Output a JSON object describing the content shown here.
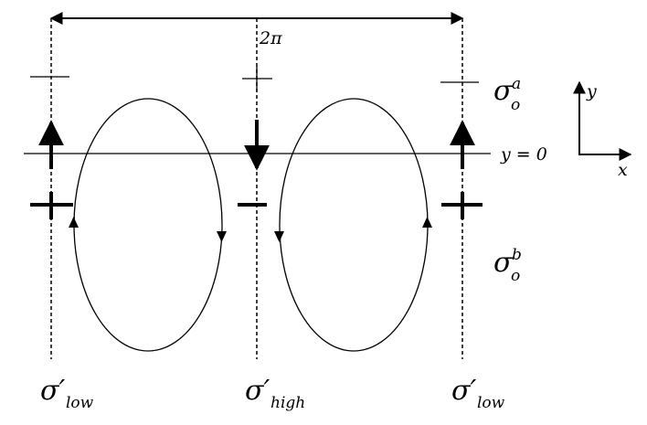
{
  "labels": {
    "period": "2π",
    "y_zero": "y = 0",
    "sigma": "σ",
    "sigma_a_sup": "a",
    "sigma_a_sub": "o",
    "sigma_b_sup": "b",
    "sigma_b_sub": "o",
    "sigma_prime": "σ′",
    "low": "low",
    "high": "high",
    "axis_y": "y",
    "axis_x": "x"
  }
}
